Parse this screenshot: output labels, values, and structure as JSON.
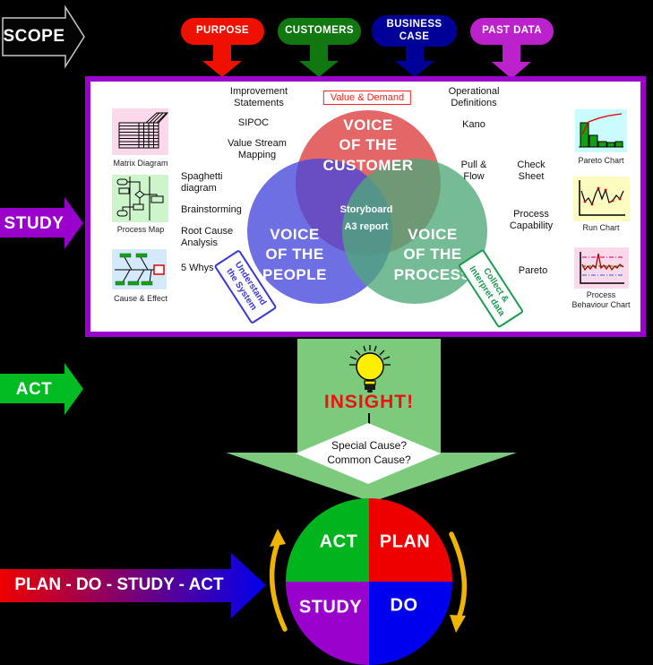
{
  "colors": {
    "background": "#000000",
    "box_border": "#9900cc",
    "purpose_red": "#ee1100",
    "customers_green": "#117711",
    "business_case_navy": "#000099",
    "past_data_magenta": "#bb22cc",
    "study_arrow_purple": "#9900cc",
    "act_arrow_green": "#00bb22",
    "insight_arrow_green": "#7ccb7c",
    "voc_circle_red": "#dc3c3c",
    "vop_circle_blue": "#4646dc",
    "vopr_circle_green": "#4ea878",
    "pdsa_act_green": "#00b41e",
    "pdsa_plan_red": "#ee0000",
    "pdsa_study_purple": "#9900cc",
    "pdsa_do_blue": "#0000ee",
    "cycle_arrow_yellow": "#eeb400",
    "insight_text_red": "#ee1111"
  },
  "stage_arrows": {
    "scope": "SCOPE",
    "study": "STUDY",
    "act": "ACT",
    "pdsa": "PLAN - DO - STUDY - ACT"
  },
  "top_buttons": [
    {
      "label": "PURPOSE"
    },
    {
      "label": "CUSTOMERS"
    },
    {
      "label": "BUSINESS\nCASE"
    },
    {
      "label": "PAST DATA"
    }
  ],
  "venn": {
    "customer": "VOICE\nOF THE\nCUSTOMER",
    "people": "VOICE\nOF THE\nPEOPLE",
    "process": "VOICE\nOF THE\nPROCESS",
    "center_line1": "Storyboard",
    "center_line2": "A3 report",
    "value_demand": "Value & Demand",
    "understand_stamp": "Understand\nthe System",
    "collect_stamp": "Collect &\nInterpret data"
  },
  "tools_left_text": [
    {
      "label": "Improvement\nStatements"
    },
    {
      "label": "SIPOC"
    },
    {
      "label": "Value Stream\nMapping"
    },
    {
      "label": "Spaghetti\ndiagram"
    },
    {
      "label": "Brainstorming"
    },
    {
      "label": "Root Cause\nAnalysis"
    },
    {
      "label": "5 Whys"
    }
  ],
  "tools_right_text": [
    {
      "label": "Operational\nDefinitions"
    },
    {
      "label": "Kano"
    },
    {
      "label": "Pull &\nFlow"
    },
    {
      "label": "Check\nSheet"
    },
    {
      "label": "Process\nCapability"
    },
    {
      "label": "Pareto"
    }
  ],
  "tool_icons": [
    {
      "caption": "Matrix Diagram"
    },
    {
      "caption": "Process Map"
    },
    {
      "caption": "Cause & Effect"
    },
    {
      "caption": "Pareto Chart"
    },
    {
      "caption": "Run Chart"
    },
    {
      "caption": "Process\nBehaviour Chart"
    }
  ],
  "insight": {
    "label": "INSIGHT!",
    "question_line1": "Special Cause?",
    "question_line2": "Common Cause?"
  },
  "pdsa_cycle": {
    "act": "ACT",
    "plan": "PLAN",
    "study": "STUDY",
    "do": "DO"
  }
}
